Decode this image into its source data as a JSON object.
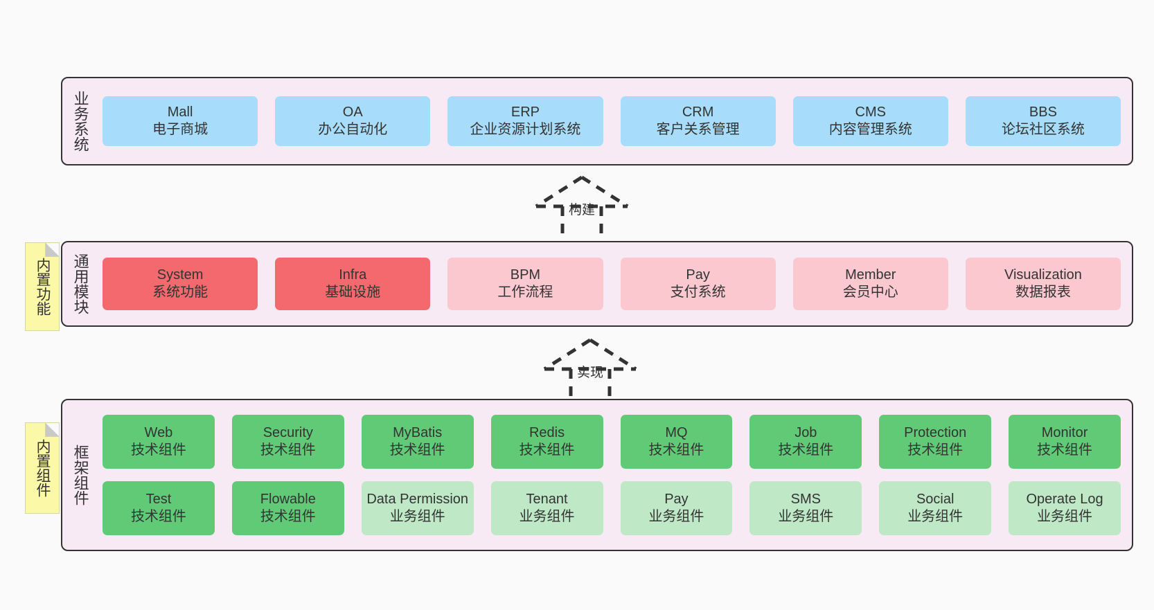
{
  "diagram": {
    "background_color": "#fafafa",
    "layer_fill": "#f8eaf4",
    "layer_border": "#333333",
    "colors": {
      "blue": "#a8dcfb",
      "red": "#f4696e",
      "pink": "#fbc8d0",
      "green": "#61ca76",
      "light_green": "#bfe8c7",
      "sticky_yellow": "#fbf8a8"
    }
  },
  "layers": {
    "business": {
      "title": "业务系统",
      "nodes": [
        {
          "name": "Mall",
          "desc": "电子商城"
        },
        {
          "name": "OA",
          "desc": "办公自动化"
        },
        {
          "name": "ERP",
          "desc": "企业资源计划系统"
        },
        {
          "name": "CRM",
          "desc": "客户关系管理"
        },
        {
          "name": "CMS",
          "desc": "内容管理系统"
        },
        {
          "name": "BBS",
          "desc": "论坛社区系统"
        }
      ]
    },
    "modules": {
      "title": "通用模块",
      "sticky": "内置功能",
      "nodes": [
        {
          "name": "System",
          "desc": "系统功能"
        },
        {
          "name": "Infra",
          "desc": "基础设施"
        },
        {
          "name": "BPM",
          "desc": "工作流程"
        },
        {
          "name": "Pay",
          "desc": "支付系统"
        },
        {
          "name": "Member",
          "desc": "会员中心"
        },
        {
          "name": "Visualization",
          "desc": "数据报表"
        }
      ]
    },
    "framework": {
      "title": "框架组件",
      "sticky": "内置组件",
      "row1": [
        {
          "name": "Web",
          "desc": "技术组件"
        },
        {
          "name": "Security",
          "desc": "技术组件"
        },
        {
          "name": "MyBatis",
          "desc": "技术组件"
        },
        {
          "name": "Redis",
          "desc": "技术组件"
        },
        {
          "name": "MQ",
          "desc": "技术组件"
        },
        {
          "name": "Job",
          "desc": "技术组件"
        },
        {
          "name": "Protection",
          "desc": "技术组件"
        },
        {
          "name": "Monitor",
          "desc": "技术组件"
        }
      ],
      "row2": [
        {
          "name": "Test",
          "desc": "技术组件"
        },
        {
          "name": "Flowable",
          "desc": "技术组件"
        },
        {
          "name": "Data Permission",
          "desc": "业务组件"
        },
        {
          "name": "Tenant",
          "desc": "业务组件"
        },
        {
          "name": "Pay",
          "desc": "业务组件"
        },
        {
          "name": "SMS",
          "desc": "业务组件"
        },
        {
          "name": "Social",
          "desc": "业务组件"
        },
        {
          "name": "Operate Log",
          "desc": "业务组件"
        }
      ]
    }
  },
  "connectors": [
    {
      "label": "构建"
    },
    {
      "label": "实现"
    }
  ]
}
